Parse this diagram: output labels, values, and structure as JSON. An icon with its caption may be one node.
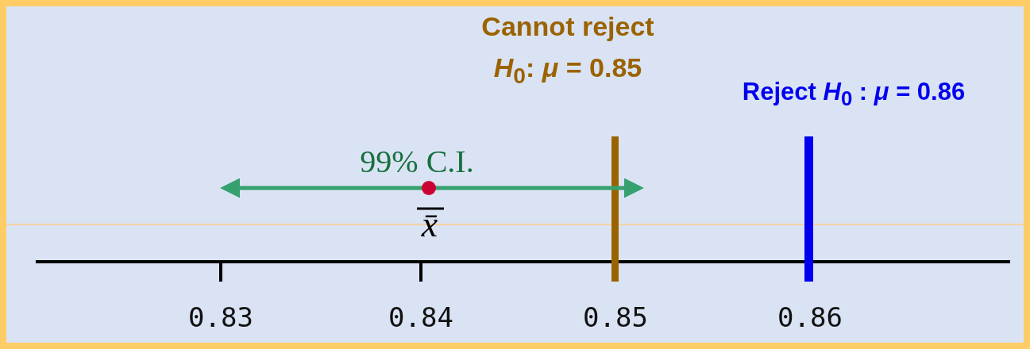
{
  "diagram": {
    "labels": [
      "Cannot reject",
      "*H*$_{0}$: *μ* = 0.85",
      "Reject *H*$_{0}$ : *μ* = 0.86",
      "99% C.I.",
      "x̄",
      "0.83",
      "0.84",
      "0.85",
      "0.86"
    ]
  }
}
